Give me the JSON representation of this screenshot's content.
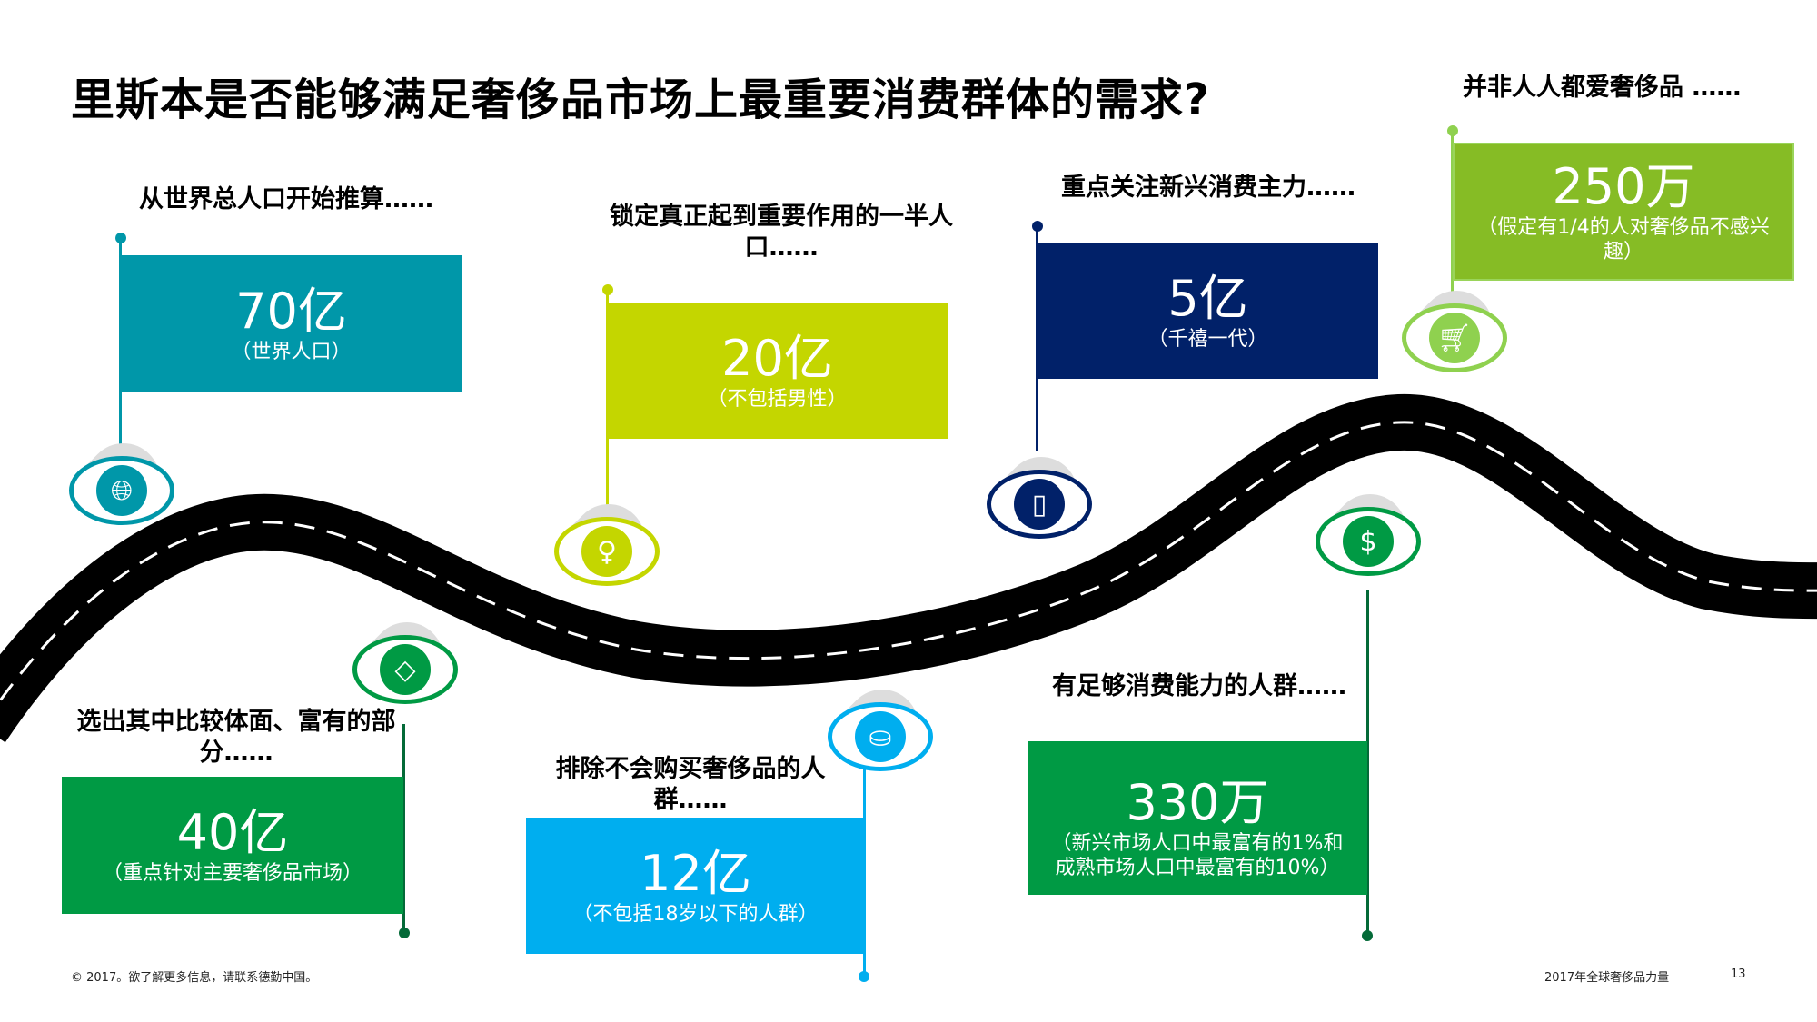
{
  "title": "里斯本是否能够满足奢侈品市场上最重要消费群体的需求?",
  "steps": [
    {
      "label": "从世界总人口开始推算……",
      "value": "70亿",
      "note": "（世界人口）",
      "color": "#0097a9",
      "icon": "globe-icon"
    },
    {
      "label": "锁定真正起到重要作用的一半人口……",
      "value": "20亿",
      "note": "（不包括男性）",
      "color": "#c4d600",
      "icon": "woman-icon"
    },
    {
      "label": "重点关注新兴消费主力……",
      "value": "5亿",
      "note": "（千禧一代）",
      "color": "#012169",
      "icon": "smartphone-icon"
    },
    {
      "label": "并非人人都爱奢侈品 ……",
      "value": "250万",
      "note": "（假定有1/4的人对奢侈品不感兴趣）",
      "color": "#86bc25",
      "icon": "shopping-cart-icon"
    },
    {
      "label": "选出其中比较体面、富有的部分……",
      "value": "40亿",
      "note": "（重点针对主要奢侈品市场）",
      "color": "#009a44",
      "icon": "diamond-icon"
    },
    {
      "label": "排除不会购买奢侈品的人群……",
      "value": "12亿",
      "note": "（不包括18岁以下的人群）",
      "color": "#00aeef",
      "icon": "baby-stroller-icon"
    },
    {
      "label": "有足够消费能力的人群……",
      "value": "330万",
      "note": "（新兴市场人口中最富有的1%和成熟市场人口中最富有的10%）",
      "color": "#009a44",
      "icon": "money-bag-icon"
    }
  ],
  "footer": {
    "copyright": "© 2017。欲了解更多信息，请联系德勤中国。",
    "report": "2017年全球奢侈品力量",
    "page": "13"
  }
}
